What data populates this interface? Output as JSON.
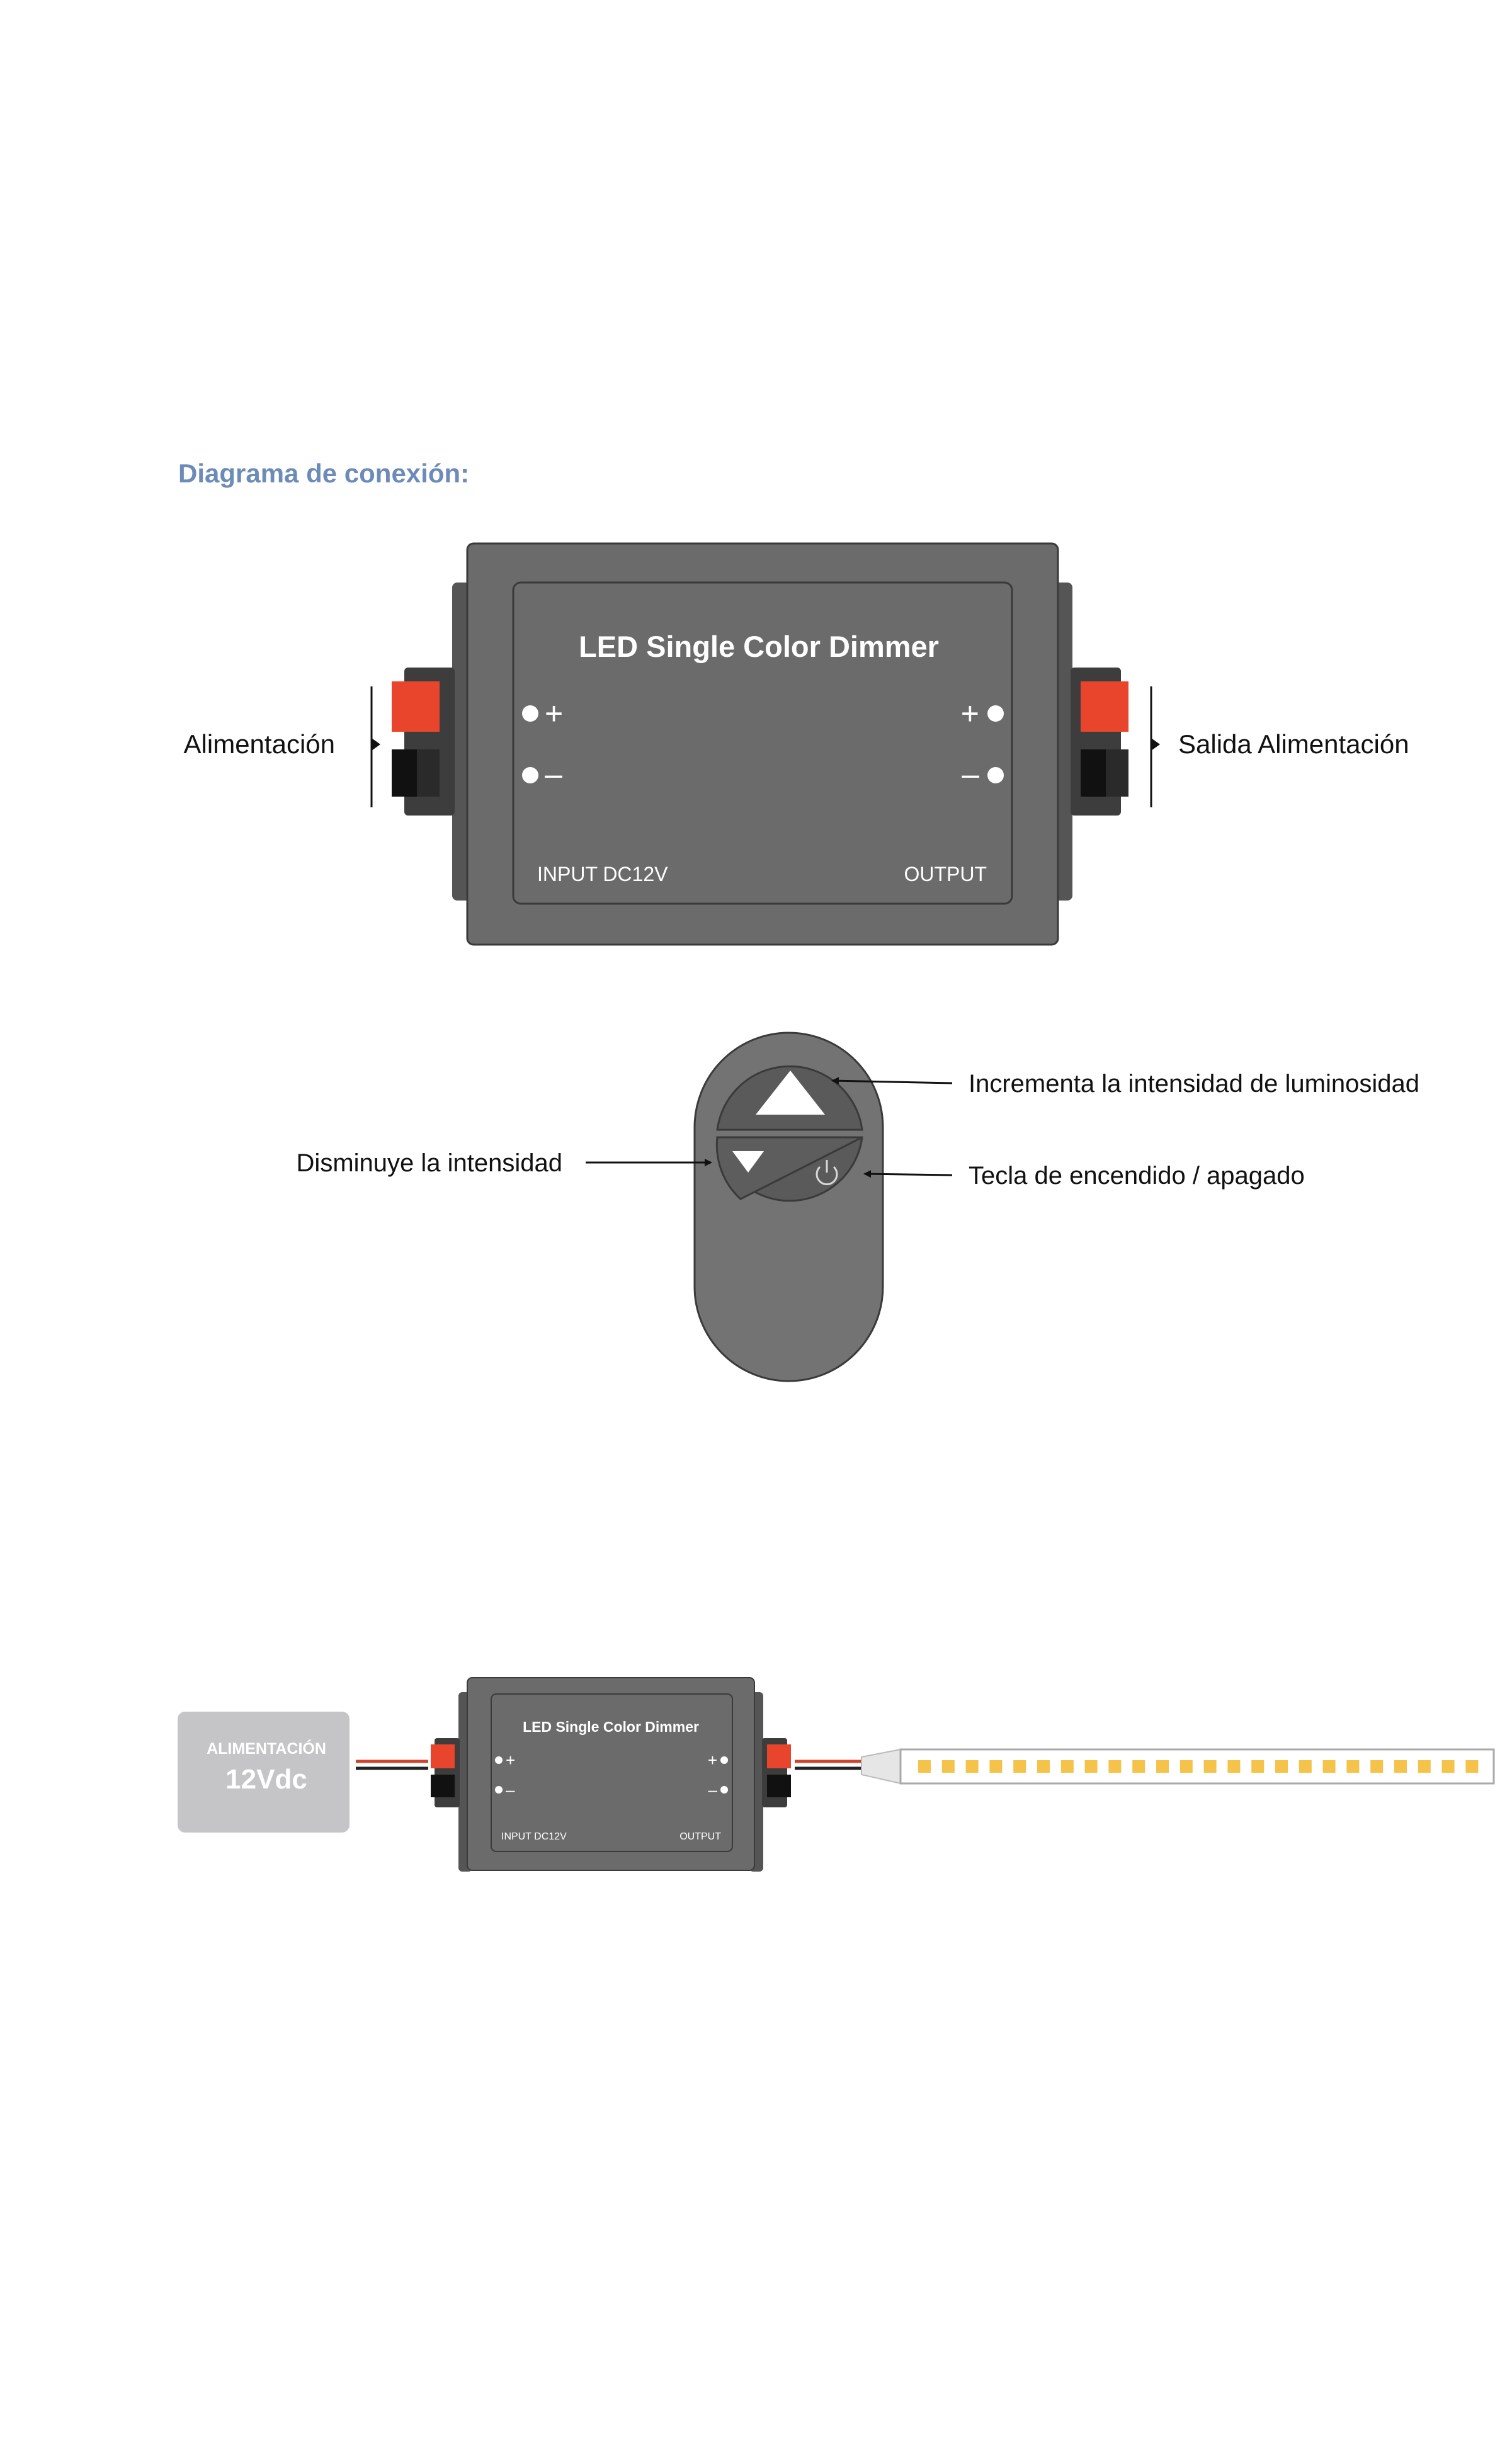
{
  "section_title": "Diagrama de conexión:",
  "dimmer": {
    "title": "LED Single Color Dimmer",
    "plus": "+",
    "minus": "–",
    "input_label": "INPUT DC12V",
    "output_label": "OUTPUT"
  },
  "callouts": {
    "input": "Alimentación",
    "output": "Salida Alimentación"
  },
  "remote": {
    "increase": "Incrementa la intensidad de luminosidad",
    "decrease": "Disminuye la intensidad",
    "power": "Tecla de encendido / apagado"
  },
  "power_supply": {
    "label": "ALIMENTACIÓN",
    "voltage": "12Vdc"
  },
  "small_dimmer": {
    "title": "LED Single Color Dimmer",
    "plus": "+",
    "minus": "–",
    "input_label": "INPUT DC12V",
    "output_label": "OUTPUT"
  },
  "colors": {
    "title_blue": "#6d8bb8",
    "case_gray": "#6b6b6b",
    "connector_red": "#e8452c",
    "led_yellow": "#f5c24a",
    "psu_gray": "#c5c5c7"
  }
}
